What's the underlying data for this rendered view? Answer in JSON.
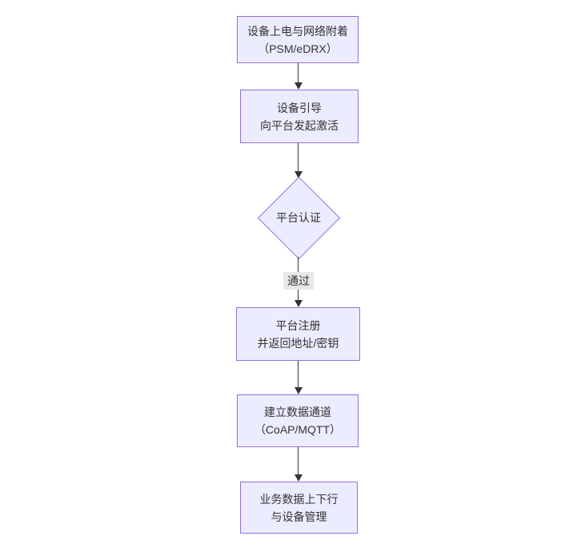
{
  "theme": {
    "node_fill": "#ECECFF",
    "node_border": "#9370DB",
    "text_color": "#333333",
    "edge_color": "#333333",
    "edge_label_bg": "#e8e8e8",
    "background": "#ffffff"
  },
  "flowchart": {
    "direction": "top-down",
    "nodes": [
      {
        "id": "power-on",
        "type": "rect",
        "line1": "设备上电与网络附着",
        "line2": "（PSM/eDRX）"
      },
      {
        "id": "bootstrap",
        "type": "rect",
        "line1": "设备引导",
        "line2": "向平台发起激活"
      },
      {
        "id": "auth",
        "type": "diamond",
        "line1": "平台认证"
      },
      {
        "id": "register",
        "type": "rect",
        "line1": "平台注册",
        "line2": "并返回地址/密钥"
      },
      {
        "id": "data-channel",
        "type": "rect",
        "line1": "建立数据通道",
        "line2": "（CoAP/MQTT）"
      },
      {
        "id": "business",
        "type": "rect",
        "line1": "业务数据上下行",
        "line2": "与设备管理"
      }
    ],
    "edges": [
      {
        "from": "power-on",
        "to": "bootstrap",
        "label": ""
      },
      {
        "from": "bootstrap",
        "to": "auth",
        "label": ""
      },
      {
        "from": "auth",
        "to": "register",
        "label": "通过"
      },
      {
        "from": "register",
        "to": "data-channel",
        "label": ""
      },
      {
        "from": "data-channel",
        "to": "business",
        "label": ""
      }
    ]
  }
}
